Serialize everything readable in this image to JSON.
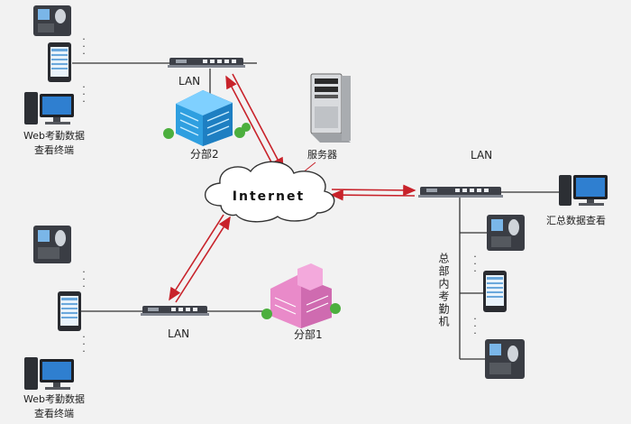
{
  "labels": {
    "internet": "Internet",
    "lan": "LAN",
    "branch1": "分部1",
    "branch2": "分部2",
    "server": "服务器",
    "web_terminal_line1": "Web考勤数据",
    "web_terminal_line2": "查看终端",
    "summary_view": "汇总数据查看",
    "hq_devices": "总部内考勤机"
  },
  "colors": {
    "link": "#333333",
    "arrow": "#c8222a",
    "switch_body": "#3d4048",
    "building_blue": "#2f9fe0",
    "building_pink": "#e98ac9",
    "tree": "#4caf3e"
  }
}
